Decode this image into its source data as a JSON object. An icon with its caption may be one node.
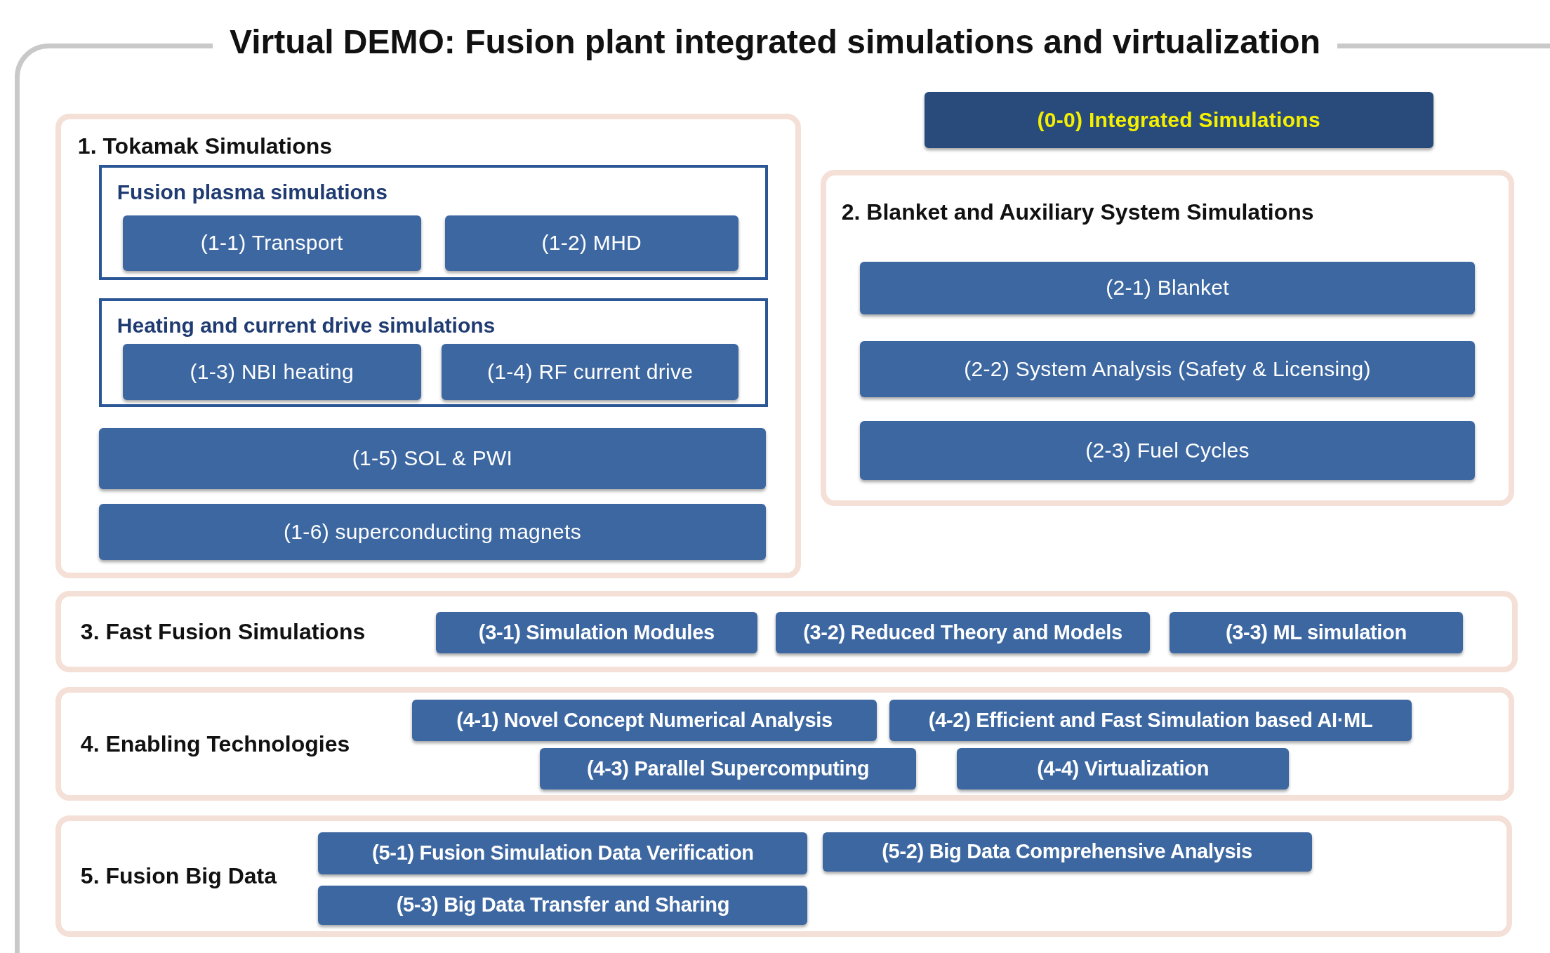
{
  "diagram": {
    "title": "Virtual DEMO: Fusion plant integrated simulations and virtualization",
    "nodes": [
      {
        "text": [
          "1. Tokamak Simulations"
        ]
      },
      {
        "text": [
          "Fusion plasma simulations"
        ],
        "in": 0
      },
      {
        "text": [
          "(1-1) Transport"
        ],
        "in": 1
      },
      {
        "text": [
          "(1-2) MHD"
        ],
        "in": 1
      },
      {
        "text": [
          "Heating and current drive simulations"
        ],
        "in": 0
      },
      {
        "text": [
          "(1-3) NBI heating"
        ],
        "in": 4
      },
      {
        "text": [
          "(1-4) RF current drive"
        ],
        "in": 4
      },
      {
        "text": [
          "(1-5) SOL & PWI"
        ],
        "in": 0
      },
      {
        "text": [
          "(1-6) superconducting magnets"
        ],
        "in": 0
      },
      {
        "text": [
          "(0-0) Integrated Simulations"
        ]
      },
      {
        "text": [
          "2. Blanket and Auxiliary System Simulations"
        ]
      },
      {
        "text": [
          "(2-1) Blanket"
        ],
        "in": 10
      },
      {
        "text": [
          "(2-2) System Analysis (Safety & Licensing)"
        ],
        "in": 10
      },
      {
        "text": [
          "(2-3) Fuel Cycles"
        ],
        "in": 10
      },
      {
        "text": [
          "3. Fast Fusion Simulations"
        ]
      },
      {
        "text": [
          "(3-1) Simulation Modules"
        ],
        "in": 14
      },
      {
        "text": [
          "(3-2) Reduced Theory and Models"
        ],
        "in": 14
      },
      {
        "text": [
          "(3-3) ML simulation"
        ],
        "in": 14
      },
      {
        "text": [
          "4. Enabling Technologies"
        ]
      },
      {
        "text": [
          "(4-1) Novel Concept Numerical Analysis"
        ],
        "in": 18
      },
      {
        "text": [
          "(4-2) Efficient and Fast Simulation based AI·ML"
        ],
        "in": 18
      },
      {
        "text": [
          "(4-3) Parallel Supercomputing"
        ],
        "in": 18
      },
      {
        "text": [
          "(4-4) Virtualization"
        ],
        "in": 18
      },
      {
        "text": [
          "5. Fusion Big Data"
        ]
      },
      {
        "text": [
          "(5-1) Fusion Simulation Data Verification"
        ],
        "in": 23
      },
      {
        "text": [
          "(5-2) Big Data Comprehensive Analysis"
        ],
        "in": 23
      },
      {
        "text": [
          "(5-3) Big Data Transfer and Sharing"
        ],
        "in": 23
      }
    ]
  }
}
